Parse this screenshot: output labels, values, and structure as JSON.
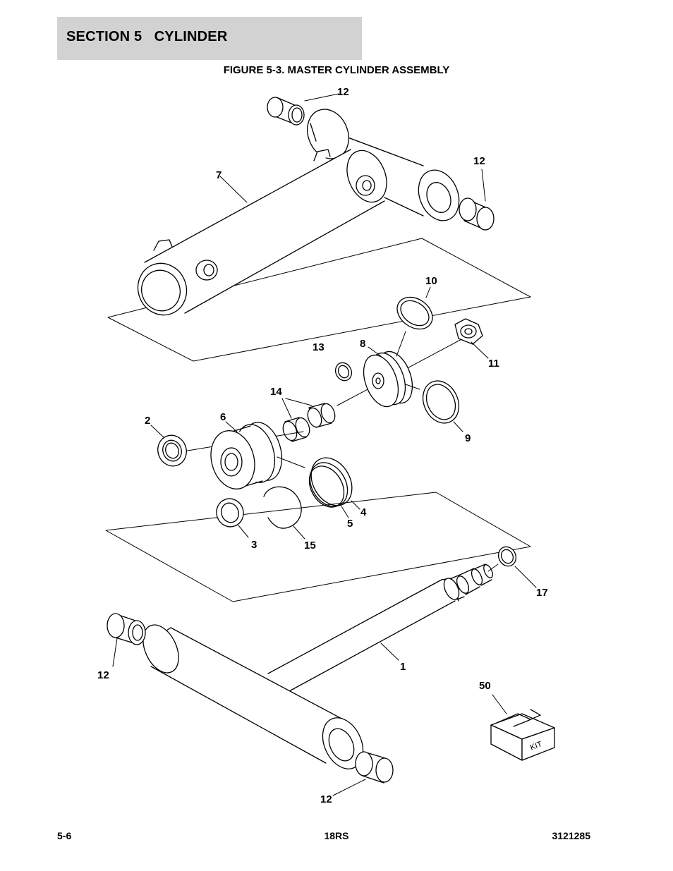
{
  "header": {
    "section_title": "SECTION 5   CYLINDER"
  },
  "figure": {
    "title": "FIGURE 5-3. MASTER CYLINDER ASSEMBLY",
    "callouts": {
      "c12_top": "12",
      "c12_right": "12",
      "c7": "7",
      "c10": "10",
      "c13": "13",
      "c8": "8",
      "c11": "11",
      "c14": "14",
      "c2": "2",
      "c6": "6",
      "c9": "9",
      "c4": "4",
      "c5": "5",
      "c3": "3",
      "c15": "15",
      "c17": "17",
      "c1": "1",
      "c12_left": "12",
      "c50": "50",
      "c12_bottom": "12"
    },
    "kit_label": "KIT"
  },
  "footer": {
    "page": "5-6",
    "model": "18RS",
    "doc_number": "3121285"
  }
}
